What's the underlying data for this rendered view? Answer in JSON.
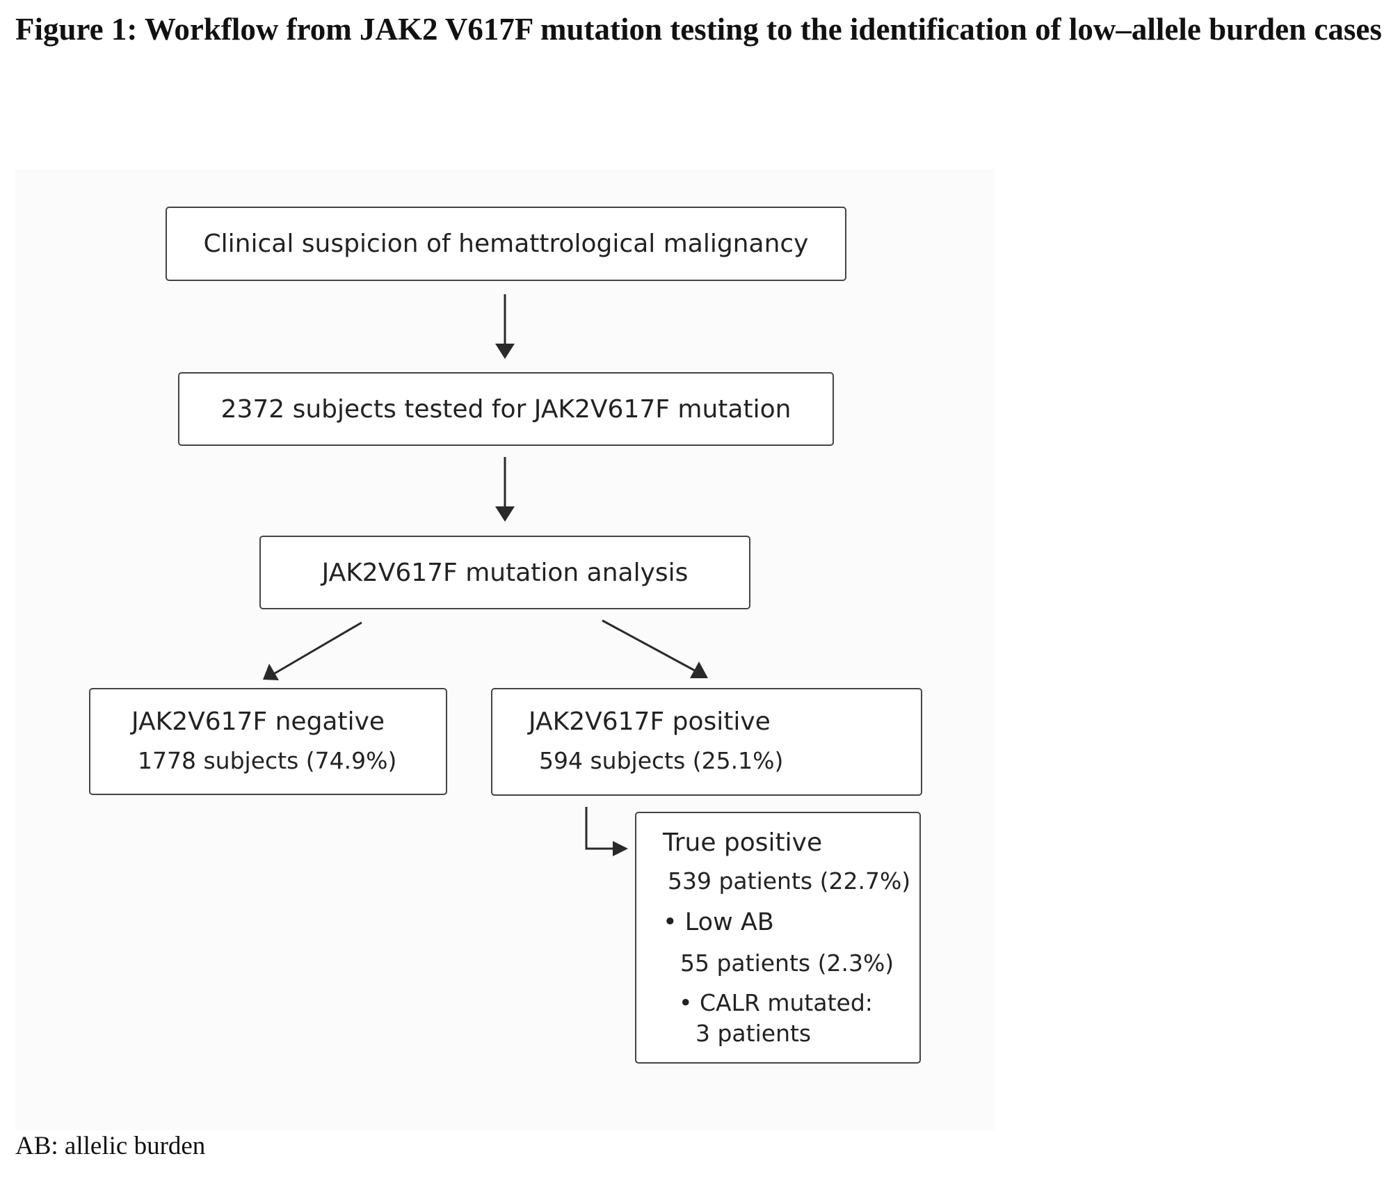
{
  "caption": {
    "label": "Figure 1:",
    "title": "Workflow from JAK2 V617F mutation testing to the identification of low–allele burden cases"
  },
  "flowchart": {
    "step1": "Clinical suspicion of hemattrological malignancy",
    "step2": "2372 subjects tested for JAK2V617F mutation",
    "step3": "JAK2V617F mutation analysis",
    "negative": {
      "title": "JAK2V617F negative",
      "count": "1778 subjects (74.9%)"
    },
    "positive": {
      "title": "JAK2V617F positive",
      "count": "594 subjects (25.1%)"
    },
    "true_positive": {
      "title": "True positive",
      "count": "539 patients (22.7%)",
      "low_ab_label": "• Low AB",
      "low_ab_count": "55 patients (2.3%)",
      "calr_label": "• CALR mutated:",
      "calr_count": "3 patients"
    }
  },
  "footnote": "AB: allelic burden"
}
